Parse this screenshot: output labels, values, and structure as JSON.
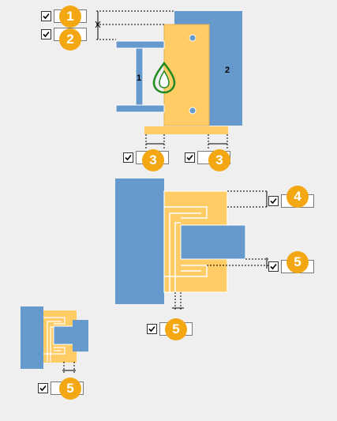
{
  "diagram_labels": {
    "member1": "1",
    "member2": "2"
  },
  "controls": [
    {
      "id": "1",
      "badge": "1",
      "checked": true,
      "value": ""
    },
    {
      "id": "2",
      "badge": "2",
      "checked": true,
      "value": ""
    },
    {
      "id": "3a",
      "badge": "3",
      "checked": true,
      "value": ""
    },
    {
      "id": "3b",
      "badge": "3",
      "checked": true,
      "value": ""
    },
    {
      "id": "4",
      "badge": "4",
      "checked": true,
      "value": ""
    },
    {
      "id": "5a",
      "badge": "5",
      "checked": true,
      "value": ""
    },
    {
      "id": "5b",
      "badge": "5",
      "checked": true,
      "value": ""
    },
    {
      "id": "5c",
      "badge": "5",
      "checked": true,
      "value": ""
    }
  ],
  "colors": {
    "steel": "#6699cc",
    "plate": "#ffcc66",
    "badge": "#f3a712",
    "weld_icon": "#1f8a1f"
  }
}
